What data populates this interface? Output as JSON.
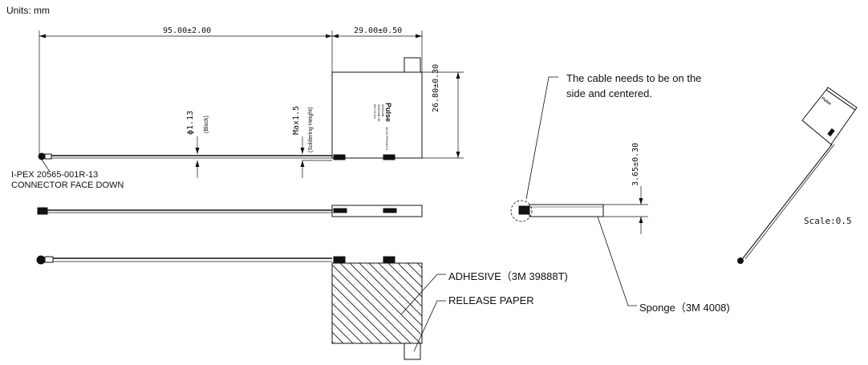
{
  "units": "Units: mm",
  "dims": {
    "length_main": "95.00±2.00",
    "length_head": "29.00±0.50",
    "height_head": "26.80±0.30",
    "cable_dia": "ϕ1.13",
    "cable_color": "(Black)",
    "solder_max": "Max1.5",
    "solder_note": "(Soldering Height)",
    "thickness": "3.65±0.30"
  },
  "connector": {
    "line1": "I-PEX 20565-001R-13",
    "line2": "CONNECTOR FACE DOWN"
  },
  "logo": {
    "brand": "Pulse",
    "sub": "ELECTRONICS",
    "part1": "W3918B",
    "part2": "W3918B 0D",
    "part3": "BP 04 SN"
  },
  "labels": {
    "adhesive": "ADHESIVE（3M 39888T)",
    "release": "RELEASE PAPER",
    "cable_note_1": "The cable needs to be on the",
    "cable_note_2": "side and centered.",
    "sponge": "Sponge（3M 4008)",
    "scale": "Scale:0.5"
  }
}
